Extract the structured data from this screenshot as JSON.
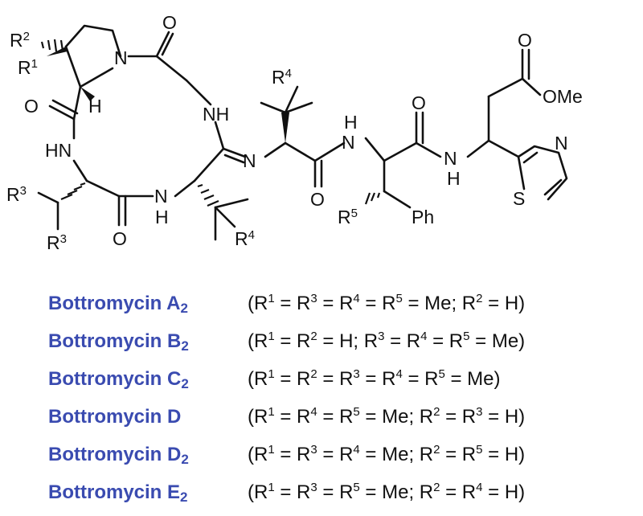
{
  "structure": {
    "labels": {
      "r2_top": "R",
      "r2_top_sup": "2",
      "r1_top": "R",
      "r1_top_sup": "1",
      "n_pro": "N",
      "o_top": "O",
      "h_pro": "H",
      "o_left": "O",
      "hn_left": "HN",
      "nh_right": "NH",
      "n_imine": "N",
      "r4_top": "R",
      "r4_top_sup": "4",
      "h_phe": "H",
      "n_phe": "N",
      "o_phe": "O",
      "n_thz_link": "N",
      "h_thz_link": "H",
      "o_ester_top": "O",
      "ome": "OMe",
      "n_thiazole": "N",
      "s_thiazole": "S",
      "r3_upper": "R",
      "r3_upper_sup": "3",
      "r3_lower": "R",
      "r3_lower_sup": "3",
      "o_bottom": "O",
      "nh_bottom_n": "N",
      "nh_bottom_h": "H",
      "r4_bottom": "R",
      "r4_bottom_sup": "4",
      "o_amide_bottom": "O",
      "r5": "R",
      "r5_sup": "5",
      "ph": "Ph"
    }
  },
  "variants": [
    {
      "name": "Bottromycin A",
      "sub": "2",
      "formula": [
        [
          "R",
          "1"
        ],
        [
          " = R",
          "3"
        ],
        [
          " = R",
          "4"
        ],
        [
          " = R",
          "5"
        ],
        [
          " = Me; R",
          "2"
        ],
        [
          " = H)",
          ""
        ]
      ]
    },
    {
      "name": "Bottromycin B",
      "sub": "2",
      "formula": [
        [
          "R",
          "1"
        ],
        [
          " = R",
          "2"
        ],
        [
          " = H; R",
          "3"
        ],
        [
          " = R",
          "4"
        ],
        [
          " = R",
          "5"
        ],
        [
          " = Me)",
          ""
        ]
      ]
    },
    {
      "name": "Bottromycin C",
      "sub": "2",
      "formula": [
        [
          "R",
          "1"
        ],
        [
          " = R",
          "2"
        ],
        [
          " = R",
          "3"
        ],
        [
          " = R",
          "4"
        ],
        [
          " = R",
          "5"
        ],
        [
          " = Me)",
          ""
        ]
      ]
    },
    {
      "name": "Bottromycin D",
      "sub": "",
      "formula": [
        [
          "R",
          "1"
        ],
        [
          " = R",
          "4"
        ],
        [
          " = R",
          "5"
        ],
        [
          " = Me; R",
          "2"
        ],
        [
          " = R",
          "3"
        ],
        [
          " = H)",
          ""
        ]
      ]
    },
    {
      "name": "Bottromycin D",
      "sub": "2",
      "formula": [
        [
          "R",
          "1"
        ],
        [
          " = R",
          "3"
        ],
        [
          " = R",
          "4"
        ],
        [
          " = Me; R",
          "2"
        ],
        [
          " = R",
          "5"
        ],
        [
          " = H)",
          ""
        ]
      ]
    },
    {
      "name": "Bottromycin E",
      "sub": "2",
      "formula": [
        [
          "R",
          "1"
        ],
        [
          " = R",
          "3"
        ],
        [
          " = R",
          "5"
        ],
        [
          " = Me; R",
          "2"
        ],
        [
          " = R",
          "4"
        ],
        [
          " = H)",
          ""
        ]
      ]
    }
  ]
}
